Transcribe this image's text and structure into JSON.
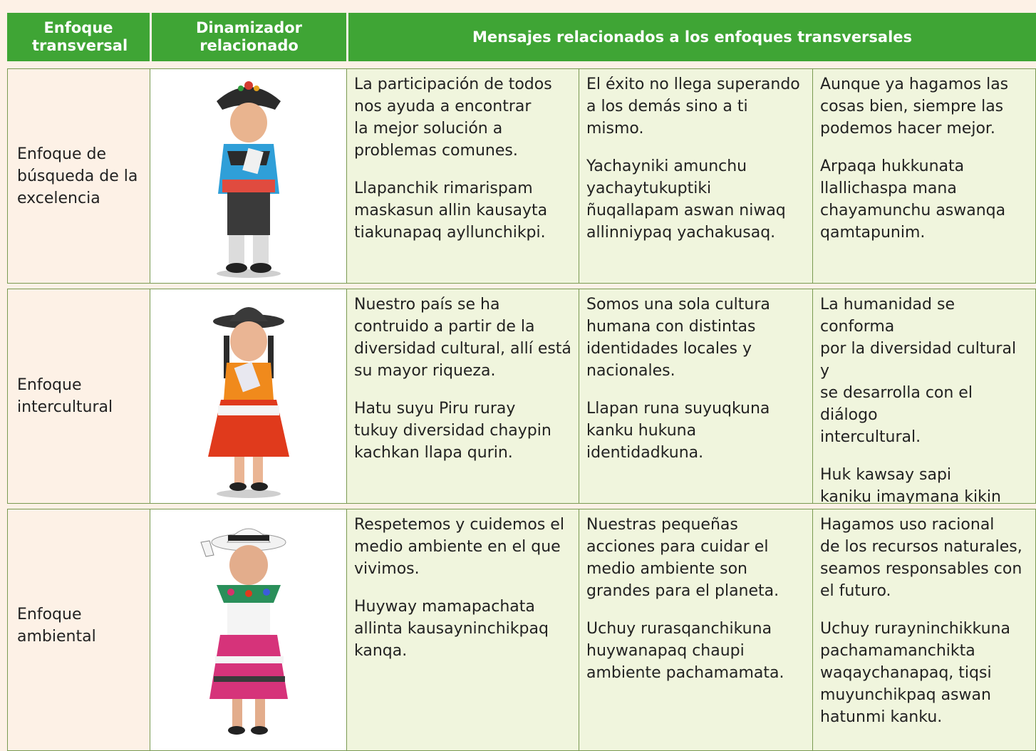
{
  "header": {
    "col1": "Enfoque transversal",
    "col2": "Dinamizador relacionado",
    "col3": "Mensajes relacionados a los enfoques transversales"
  },
  "rows": [
    {
      "name": "Enfoque de\nbúsqueda de la\nexcelencia",
      "messages": [
        {
          "es": "La participación de todos\nnos ayuda a encontrar\nla mejor solución a\nproblemas comunes.",
          "qu": "Llapanchik rimarispam\nmaskasun allin kausayta\ntiakunapaq ayllunchikpi."
        },
        {
          "es": "El éxito no llega superando\na los demás sino a ti\nmismo.",
          "qu": "Yachayniki amunchu\nyachaytukuptiki\nñuqallapam aswan niwaq\nallinniypaq yachakusaq."
        },
        {
          "es": "Aunque ya hagamos las\ncosas bien, siempre las\npodemos hacer mejor.",
          "qu": "Arpaqa hukkunata\nllallichaspa mana\nchayamunchu aswanqa\nqamtapunim."
        }
      ]
    },
    {
      "name": "Enfoque\nintercultural",
      "messages": [
        {
          "es": "Nuestro país se ha\ncontruido a partir de la\ndiversidad cultural, allí está\nsu mayor riqueza.",
          "qu": "Hatu suyu Piru ruray\ntukuy diversidad  chaypin\nkachkan  llapa qurin."
        },
        {
          "es": "Somos una sola cultura\nhumana con distintas\nidentidades locales y\nnacionales.",
          "qu": "Llapan  runa suyuqkuna\nkanku hukuna\nidentidadkuna."
        },
        {
          "es": "La humanidad se conforma\npor la diversidad cultural y\nse desarrolla con el diálogo\nintercultural.",
          "qu": "Huk kawsay sapi\nkaniku imaymana kikin\nkaykunawan hinaspa\nsuyuchakunawan."
        }
      ]
    },
    {
      "name": "Enfoque\nambiental",
      "messages": [
        {
          "es": "Respetemos y cuidemos el\nmedio ambiente en el que\nvivimos.",
          "qu": "Huyway mamapachata\nallinta kausayninchikpaq\nkanqa."
        },
        {
          "es": "Nuestras pequeñas\nacciones para cuidar el\nmedio ambiente son\ngrandes para el planeta.",
          "qu": "Uchuy rurasqanchikuna\nhuywanapaq chaupi\nambiente pachamamata."
        },
        {
          "es": "Hagamos uso racional\nde los recursos naturales,\nseamos responsables con\nel futuro.",
          "qu": "Uchuy rurayninchikkuna\npachamamanchikta\nwaqaychanapaq, tiqsi\nmuyunchikpaq aswan\nhatunmi kanku."
        }
      ]
    }
  ]
}
